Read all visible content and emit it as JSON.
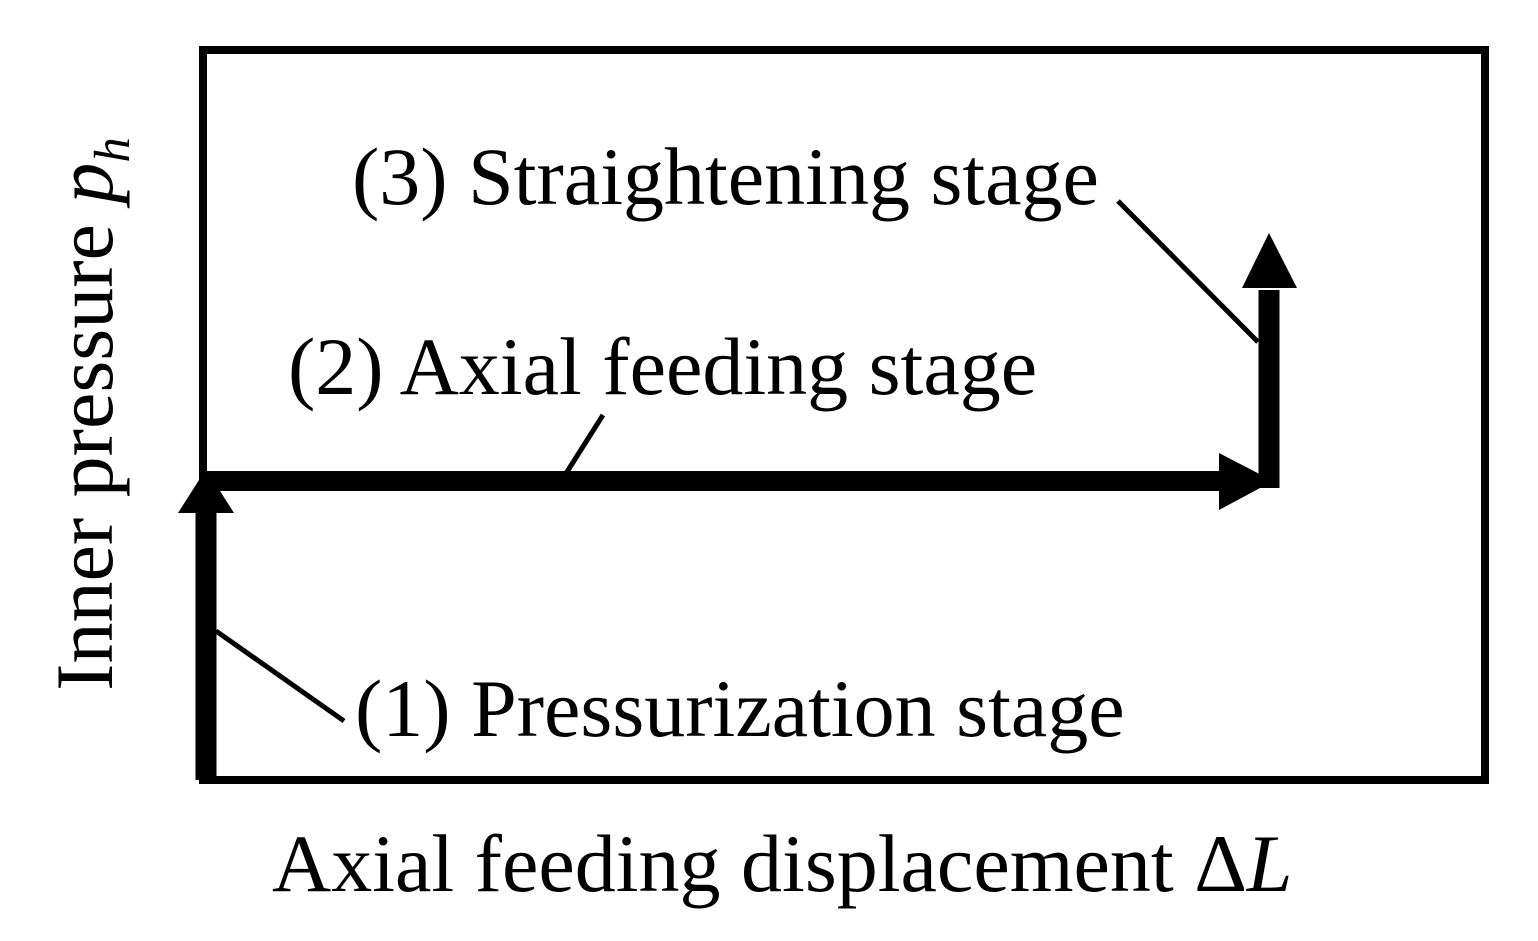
{
  "colors": {
    "background": "#ffffff",
    "ink": "#000000"
  },
  "y_axis": {
    "label": "Inner pressure",
    "symbol": "p",
    "subscript": "h"
  },
  "x_axis": {
    "label": "Axial feeding displacement",
    "delta": "Δ",
    "variable": "L"
  },
  "stages": [
    {
      "label": "(1) Pressurization stage",
      "arrow": "up-arrow",
      "segment": "vertical rise at zero displacement"
    },
    {
      "label": "(2) Axial feeding stage",
      "arrow": "right-arrow",
      "segment": "horizontal advance at constant pressure"
    },
    {
      "label": "(3) Straightening stage",
      "arrow": "up-arrow",
      "segment": "vertical rise at full displacement"
    }
  ]
}
